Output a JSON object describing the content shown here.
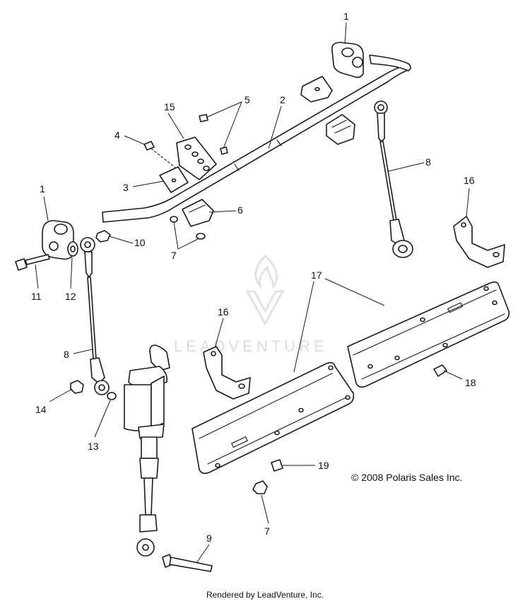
{
  "watermark": {
    "brand": "LEADVENTURE"
  },
  "copyright": "© 2008 Polaris Sales Inc.",
  "footer": "Rendered by LeadVenture, Inc.",
  "callouts": [
    {
      "id": "c1a",
      "label": "1"
    },
    {
      "id": "c2",
      "label": "2"
    },
    {
      "id": "c5",
      "label": "5"
    },
    {
      "id": "c15",
      "label": "15"
    },
    {
      "id": "c4",
      "label": "4"
    },
    {
      "id": "c3",
      "label": "3"
    },
    {
      "id": "c6",
      "label": "6"
    },
    {
      "id": "c7a",
      "label": "7"
    },
    {
      "id": "c8a",
      "label": "8"
    },
    {
      "id": "c16a",
      "label": "16"
    },
    {
      "id": "c1b",
      "label": "1"
    },
    {
      "id": "c10",
      "label": "10"
    },
    {
      "id": "c11",
      "label": "11"
    },
    {
      "id": "c12",
      "label": "12"
    },
    {
      "id": "c17",
      "label": "17"
    },
    {
      "id": "c16b",
      "label": "16"
    },
    {
      "id": "c8b",
      "label": "8"
    },
    {
      "id": "c14",
      "label": "14"
    },
    {
      "id": "c13",
      "label": "13"
    },
    {
      "id": "c18",
      "label": "18"
    },
    {
      "id": "c19",
      "label": "19"
    },
    {
      "id": "c7b",
      "label": "7"
    },
    {
      "id": "c9",
      "label": "9"
    }
  ]
}
